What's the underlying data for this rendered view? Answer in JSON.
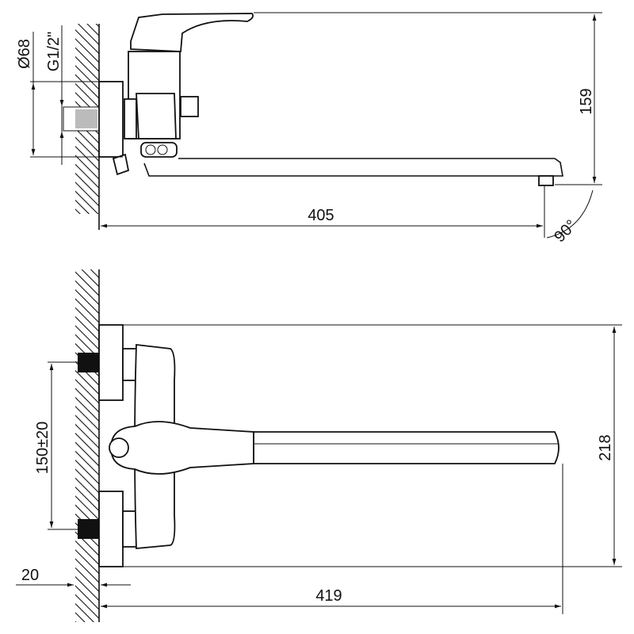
{
  "title": "Faucet dimension drawing",
  "side_view": {
    "labels": {
      "flange_diameter": "Ø68",
      "thread": "G1/2\"",
      "height": "159",
      "length": "405",
      "angle": "90°"
    }
  },
  "top_view": {
    "labels": {
      "inlet_spacing": "150±20",
      "depth": "218",
      "offset": "20",
      "length": "419"
    }
  },
  "colors": {
    "line": "#111111",
    "background": "#ffffff"
  }
}
